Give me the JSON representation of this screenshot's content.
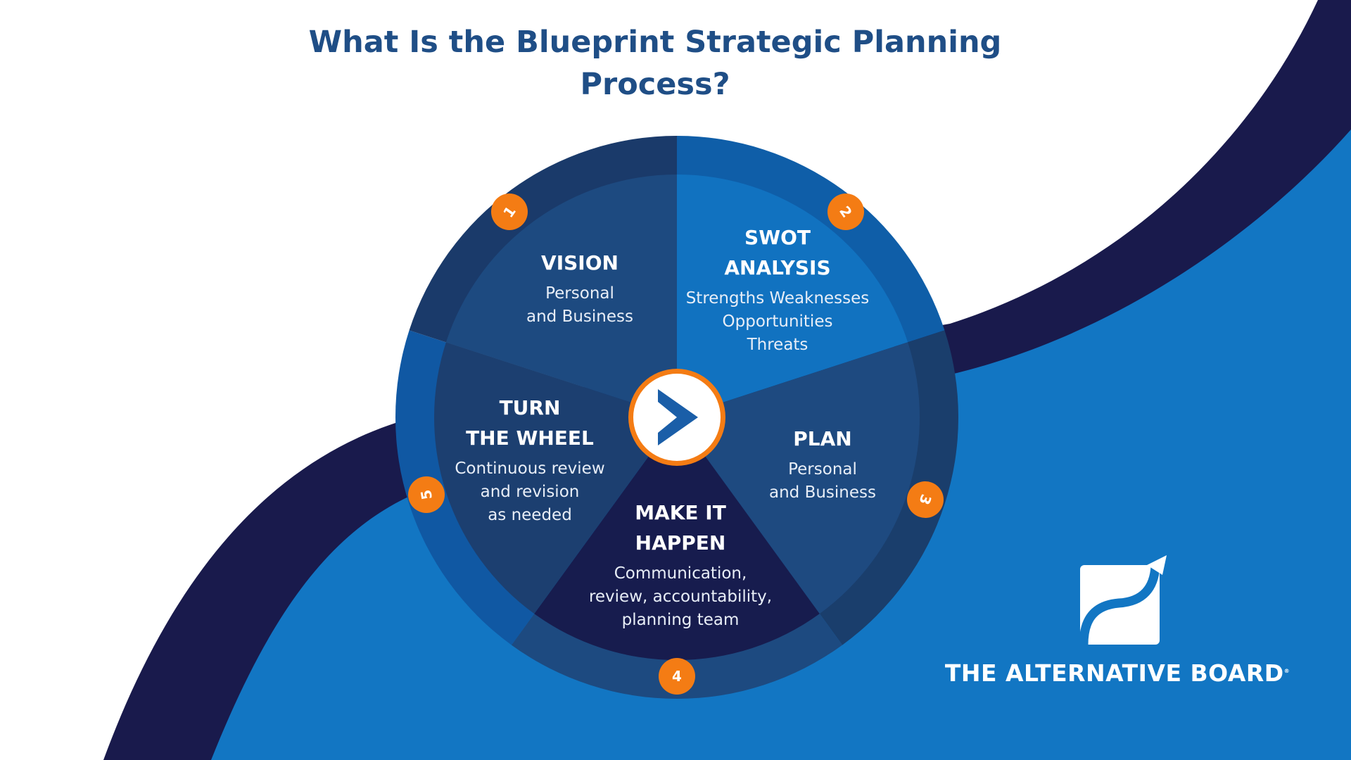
{
  "title": {
    "line1": "What Is the Blueprint Strategic Planning",
    "line2": "Process?"
  },
  "colors": {
    "title": "#1f4e86",
    "navy": "#191a4c",
    "blue": "#1276c3",
    "badge": "#f47c14"
  },
  "center_icon": "play-chevron-icon",
  "segments": [
    {
      "number": "1",
      "title1": "VISION",
      "title2": "",
      "sub": [
        "Personal",
        "and Business"
      ],
      "inner": "#1172c0",
      "outer": "#0f5ea8"
    },
    {
      "number": "2",
      "title1": "SWOT",
      "title2": "ANALYSIS",
      "sub": [
        "Strengths Weaknesses",
        "Opportunities",
        "Threats"
      ],
      "inner": "#1e4a80",
      "outer": "#1a3e6c"
    },
    {
      "number": "3",
      "title1": "PLAN",
      "title2": "",
      "sub": [
        "Personal",
        "and Business"
      ],
      "inner": "#171c4e",
      "outer": "#1d4a80"
    },
    {
      "number": "4",
      "title1": "MAKE IT",
      "title2": "HAPPEN",
      "sub": [
        "Communication,",
        "review, accountability,",
        "planning team"
      ],
      "inner": "#1c3f70",
      "outer": "#1058a3"
    },
    {
      "number": "5",
      "title1": "TURN",
      "title2": "THE WHEEL",
      "sub": [
        "Continuous review",
        "and revision",
        "as needed"
      ],
      "inner": "#1d4a80",
      "outer": "#1a3a6a"
    }
  ],
  "logo": {
    "name": "THE ALTERNATIVE BOARD",
    "mark": "®"
  }
}
